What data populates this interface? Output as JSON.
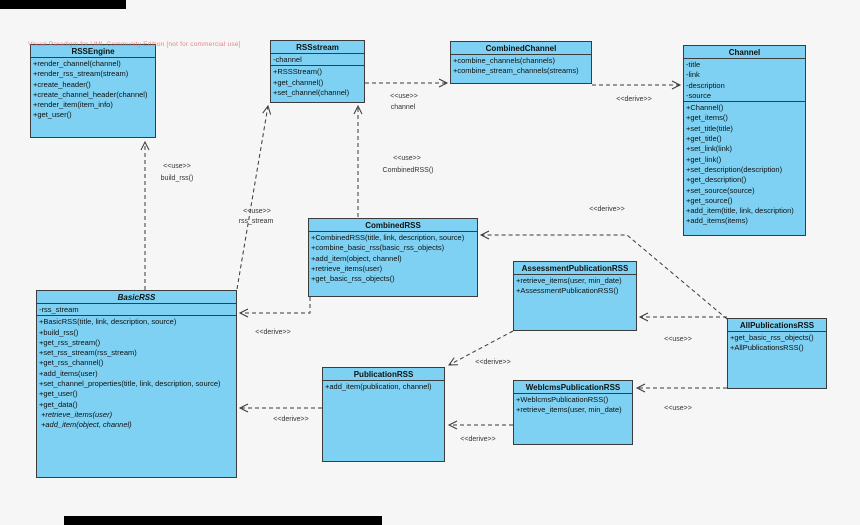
{
  "watermark": "Visual Paradigm for UML Community Edition [not for commercial use]",
  "colors": {
    "class_fill": "#7ed1f2",
    "class_border": "#3c3c3c",
    "background": "#f6f6f6",
    "watermark_pink": "#ec6e6e",
    "connector": "#3a3a3a"
  },
  "classes": {
    "rss_engine": {
      "name": "RSSEngine",
      "attributes": [],
      "methods": [
        "+render_channel(channel)",
        "+render_rss_stream(stream)",
        "+create_header()",
        "+create_channel_header(channel)",
        "+render_item(item_info)",
        "+get_user()"
      ]
    },
    "rss_stream": {
      "name": "RSSstream",
      "attributes": [
        "-channel"
      ],
      "methods": [
        "+RSSStream()",
        "+get_channel()",
        "+set_channel(channel)"
      ]
    },
    "combined_channel": {
      "name": "CombinedChannel",
      "attributes": [],
      "methods": [
        "+combine_channels(channels)",
        "+combine_stream_channels(streams)"
      ]
    },
    "channel": {
      "name": "Channel",
      "attributes": [
        "-title",
        "-link",
        "-description",
        "-source"
      ],
      "methods": [
        "+Channel()",
        "+get_items()",
        "+set_title(title)",
        "+get_title()",
        "+set_link(link)",
        "+get_link()",
        "+set_description(description)",
        "+get_description()",
        "+set_source(source)",
        "+get_source()",
        "+add_item(title, link, description)",
        "+add_items(items)"
      ]
    },
    "combined_rss": {
      "name": "CombinedRSS",
      "attributes": [],
      "methods": [
        "+CombinedRSS(title, link, description, source)",
        "+combine_basic_rss(basic_rss_objects)",
        "+add_item(object, channel)",
        "+retrieve_items(user)",
        "+get_basic_rss_objects()"
      ]
    },
    "basic_rss": {
      "name": "BasicRSS",
      "abstract": true,
      "attributes": [
        "-rss_stream"
      ],
      "methods": [
        "+BasicRSS(title, link, description, source)",
        "+build_rss()",
        "+get_rss_stream()",
        "+set_rss_stream(rss_stream)",
        "+get_rss_channel()",
        "+add_items(user)",
        "+set_channel_properties(title, link, description, source)",
        "+get_user()",
        "+get_data()"
      ],
      "abstract_methods": [
        "+retrieve_items(user)",
        "+add_item(object, channel)"
      ]
    },
    "assessment_publication_rss": {
      "name": "AssessmentPublicationRSS",
      "attributes": [],
      "methods": [
        "+retrieve_items(user, min_date)",
        "+AssessmentPublicationRSS()"
      ]
    },
    "all_publications_rss": {
      "name": "AllPublicationsRSS",
      "attributes": [],
      "methods": [
        "+get_basic_rss_objects()",
        "+AllPublicationsRSS()"
      ]
    },
    "publication_rss": {
      "name": "PublicationRSS",
      "attributes": [],
      "methods": [
        "+add_item(publication, channel)"
      ]
    },
    "weblcms_publication_rss": {
      "name": "WeblcmsPublicationRSS",
      "attributes": [],
      "methods": [
        "+WeblcmsPublicationRSS()",
        "+retrieve_items(user, min_date)"
      ]
    }
  },
  "relationships": [
    {
      "from": "BasicRSS",
      "to": "RSSEngine",
      "stereotype": "<<use>>",
      "label": "build_rss()"
    },
    {
      "from": "BasicRSS",
      "to": "RSSstream",
      "stereotype": "<<use>>",
      "label": "rss_stream"
    },
    {
      "from": "CombinedRSS",
      "to": "RSSstream",
      "stereotype": "<<use>>",
      "label": "CombinedRSS()"
    },
    {
      "from": "RSSstream",
      "to": "CombinedChannel",
      "stereotype": "<<use>>",
      "label": "channel"
    },
    {
      "from": "CombinedChannel",
      "to": "Channel",
      "stereotype": "<<derive>>",
      "label": ""
    },
    {
      "from": "CombinedRSS",
      "to": "BasicRSS",
      "stereotype": "<<derive>>",
      "label": ""
    },
    {
      "from": "AllPublicationsRSS",
      "to": "CombinedRSS",
      "stereotype": "<<derive>>",
      "label": ""
    },
    {
      "from": "PublicationRSS",
      "to": "BasicRSS",
      "stereotype": "<<derive>>",
      "label": ""
    },
    {
      "from": "AssessmentPublicationRSS",
      "to": "PublicationRSS",
      "stereotype": "<<derive>>",
      "label": ""
    },
    {
      "from": "WeblcmsPublicationRSS",
      "to": "PublicationRSS",
      "stereotype": "<<derive>>",
      "label": ""
    },
    {
      "from": "AllPublicationsRSS",
      "to": "AssessmentPublicationRSS",
      "stereotype": "<<use>>",
      "label": ""
    },
    {
      "from": "AllPublicationsRSS",
      "to": "WeblcmsPublicationRSS",
      "stereotype": "<<use>>",
      "label": ""
    }
  ]
}
